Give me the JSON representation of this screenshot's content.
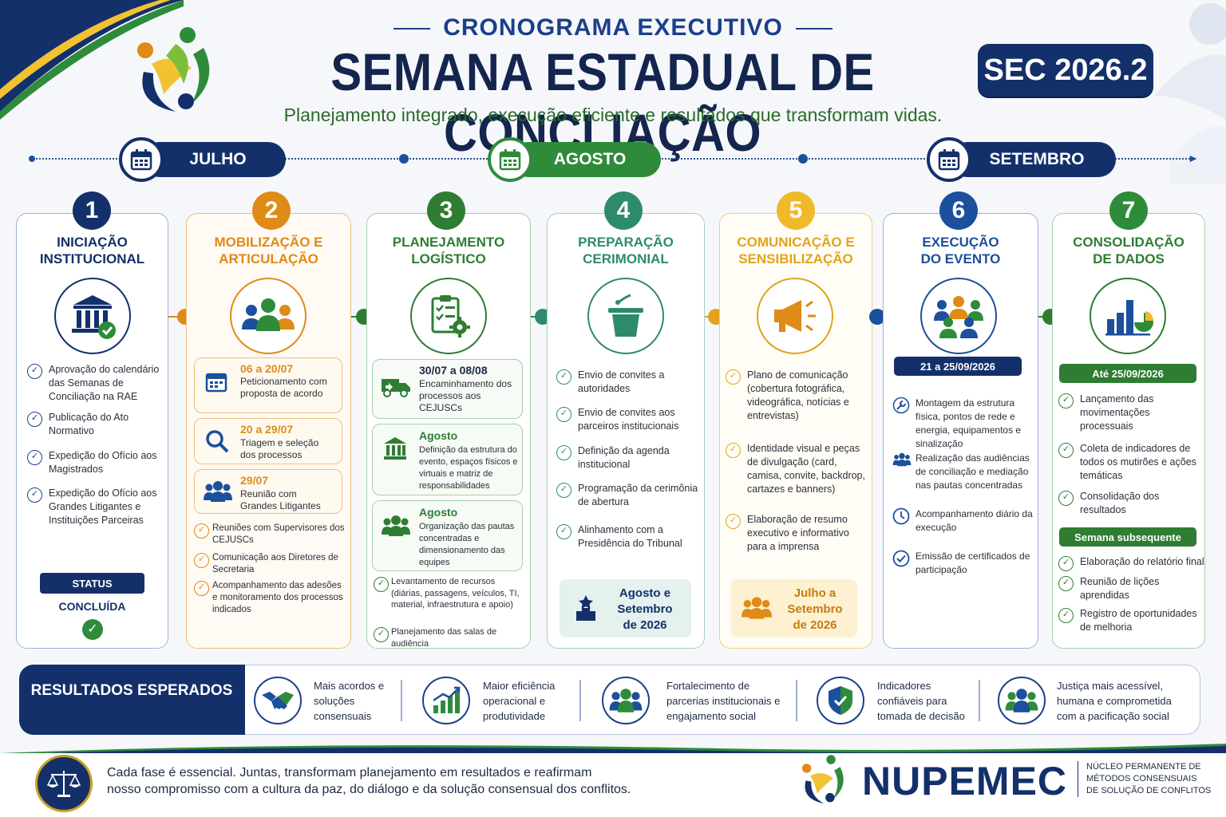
{
  "header": {
    "kicker": "CRONOGRAMA EXECUTIVO",
    "title": "SEMANA ESTADUAL DE CONCLIAÇÃO",
    "badge": "SEC 2026.2",
    "subtitle": "Planejamento integrado, execução eficiente e resultados que transformam vidas."
  },
  "months": [
    "JULHO",
    "AGOSTO",
    "SETEMBRO"
  ],
  "colors": {
    "navy": "#14306b",
    "orange": "#e08a17",
    "green": "#2e7d32",
    "teal": "#2e8b6a",
    "yellow": "#e0a41c",
    "blue": "#1c4f9c"
  },
  "phases": [
    {
      "number": "1",
      "title_l1": "INICIAÇÃO",
      "title_l2": "INSTITUCIONAL",
      "icon": "institution-check-icon",
      "items": [
        "Aprovação do calendário das Semanas de Conciliação na RAE",
        "Publicação do Ato Normativo",
        "Expedição do Ofício aos Magistrados",
        "Expedição do Ofício aos Grandes Litigantes e Instituições Parceiras"
      ],
      "status_label": "STATUS",
      "status_value": "CONCLUÍDA"
    },
    {
      "number": "2",
      "title_l1": "MOBILIZAÇÃO E",
      "title_l2": "ARTICULAÇÃO",
      "icon": "people-group-icon",
      "boxes": [
        {
          "date": "06 a 20/07",
          "desc": "Peticionamento com proposta de acordo",
          "icon": "calendar-icon"
        },
        {
          "date": "20 a 29/07",
          "desc": "Triagem e seleção dos processos",
          "icon": "search-icon"
        },
        {
          "date": "29/07",
          "desc": "Reunião com Grandes Litigantes",
          "icon": "people-icon"
        }
      ],
      "items": [
        "Reuniões com Supervisores dos CEJUSCs",
        "Comunicação aos Diretores de Secretaria",
        "Acompanhamento das adesões e monitoramento dos processos indicados"
      ]
    },
    {
      "number": "3",
      "title_l1": "PLANEJAMENTO",
      "title_l2": "LOGÍSTICO",
      "icon": "clipboard-gear-icon",
      "boxes": [
        {
          "date": "30/07 a 08/08",
          "desc": "Encaminhamento dos processos aos CEJUSCs",
          "icon": "truck-icon"
        },
        {
          "date": "Agosto",
          "desc": "Definição da estrutura do evento, espaços físicos e virtuais e matriz de responsabilidades",
          "icon": "building-icon"
        },
        {
          "date": "Agosto",
          "desc": "Organização das pautas concentradas e dimensionamento das equipes",
          "icon": "team-icon"
        }
      ],
      "items": [
        "Levantamento de recursos (diárias, passagens, veículos, TI, material, infraestrutura e apoio)",
        "Planejamento das salas de audiência"
      ]
    },
    {
      "number": "4",
      "title_l1": "PREPARAÇÃO",
      "title_l2": "CERIMONIAL",
      "icon": "podium-icon",
      "items": [
        "Envio de convites a autoridades",
        "Envio de convites aos parceiros institucionais",
        "Definição da agenda institucional",
        "Programação da cerimônia de abertura",
        "Alinhamento com a Presidência do Tribunal"
      ],
      "period": "Agosto e Setembro de 2026"
    },
    {
      "number": "5",
      "title_l1": "COMUNICAÇÃO E",
      "title_l2": "SENSIBILIZAÇÃO",
      "icon": "megaphone-icon",
      "items": [
        "Plano de comunicação (cobertura fotográfica, videográfica, notícias e entrevistas)",
        "Identidade visual e peças de divulgação (card, camisa, convite, backdrop, cartazes e banners)",
        "Elaboração de resumo executivo e informativo para a imprensa"
      ],
      "period": "Julho a Setembro de 2026"
    },
    {
      "number": "6",
      "title_l1": "EXECUÇÃO",
      "title_l2": "DO EVENTO",
      "icon": "audience-icon",
      "date_bar": "21 a 25/09/2026",
      "items": [
        {
          "text": "Montagem da estrutura física, pontos de rede e energia, equipamentos e sinalização",
          "icon": "tools-icon"
        },
        {
          "text": "Realização das audiências de conciliação e mediação nas pautas concentradas",
          "icon": "people-icon"
        },
        {
          "text": "Acompanhamento diário da execução",
          "icon": "clock-icon"
        },
        {
          "text": "Emissão de certificados de participação",
          "icon": "certificate-icon"
        }
      ]
    },
    {
      "number": "7",
      "title_l1": "CONSOLIDAÇÃO",
      "title_l2": "DE DADOS",
      "icon": "chart-icon",
      "date_bar": "Até 25/09/2026",
      "items": [
        "Lançamento das movimentações processuais",
        "Coleta de indicadores de todos os mutirões e ações temáticas",
        "Consolidação dos resultados"
      ],
      "date_bar2": "Semana subsequente",
      "items2": [
        "Elaboração do relatório final",
        "Reunião de lições aprendidas",
        "Registro de oportunidades de melhoria"
      ]
    }
  ],
  "results": {
    "label": "RESULTADOS ESPERADOS",
    "items": [
      {
        "text": "Mais acordos e soluções consensuais",
        "icon": "handshake-icon"
      },
      {
        "text": "Maior eficiência operacional e produtividade",
        "icon": "growth-chart-icon"
      },
      {
        "text": "Fortalecimento de parcerias institucionais e engajamento social",
        "icon": "community-icon"
      },
      {
        "text": "Indicadores confiáveis para tomada de decisão",
        "icon": "shield-check-icon"
      },
      {
        "text": "Justiça mais acessível, humana e comprometida com a pacificação social",
        "icon": "people-icon"
      }
    ]
  },
  "footer": {
    "text_l1": "Cada fase é essencial. Juntas, transformam planejamento em resultados e reafirmam",
    "text_l2": "nosso compromisso com a cultura da paz, do diálogo e da solução consensual dos conflitos.",
    "brand": "NUPEMEC",
    "brand_desc_l1": "NÚCLEO PERMANENTE DE",
    "brand_desc_l2": "MÉTODOS CONSENSUAIS",
    "brand_desc_l3": "DE SOLUÇÃO DE CONFLITOS"
  }
}
